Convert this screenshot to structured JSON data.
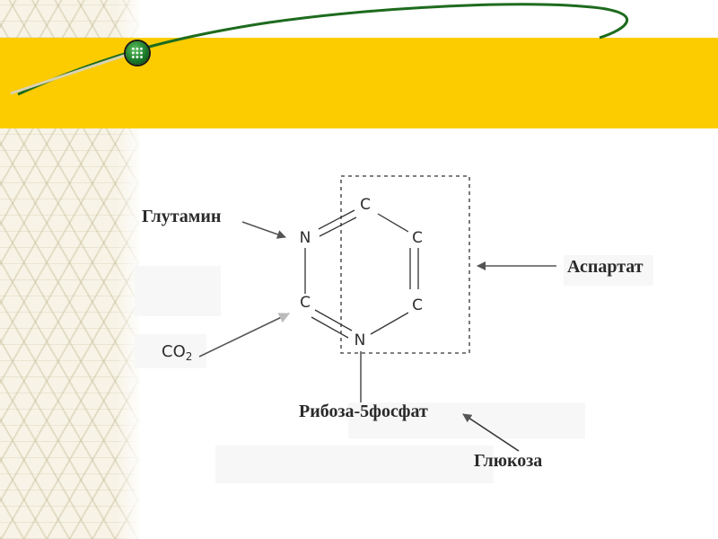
{
  "slide": {
    "colors": {
      "banner": "#fccc00",
      "swoosh": "#1e6b1e",
      "pattern": "#f7f3e6"
    },
    "bullet_icon": "green-dotted-sphere-icon"
  },
  "diagram": {
    "ring_atoms": {
      "n1": "N",
      "c2": "C",
      "n3": "N",
      "c4": "C",
      "c5": "C",
      "c6": "C"
    },
    "sources": {
      "glutamine": "Глутамин",
      "aspartate": "Аспартат",
      "co2_main": "CO",
      "co2_sub": "2",
      "ribose": "Рибоза-5фосфат",
      "glucose": "Глюкоза"
    }
  }
}
